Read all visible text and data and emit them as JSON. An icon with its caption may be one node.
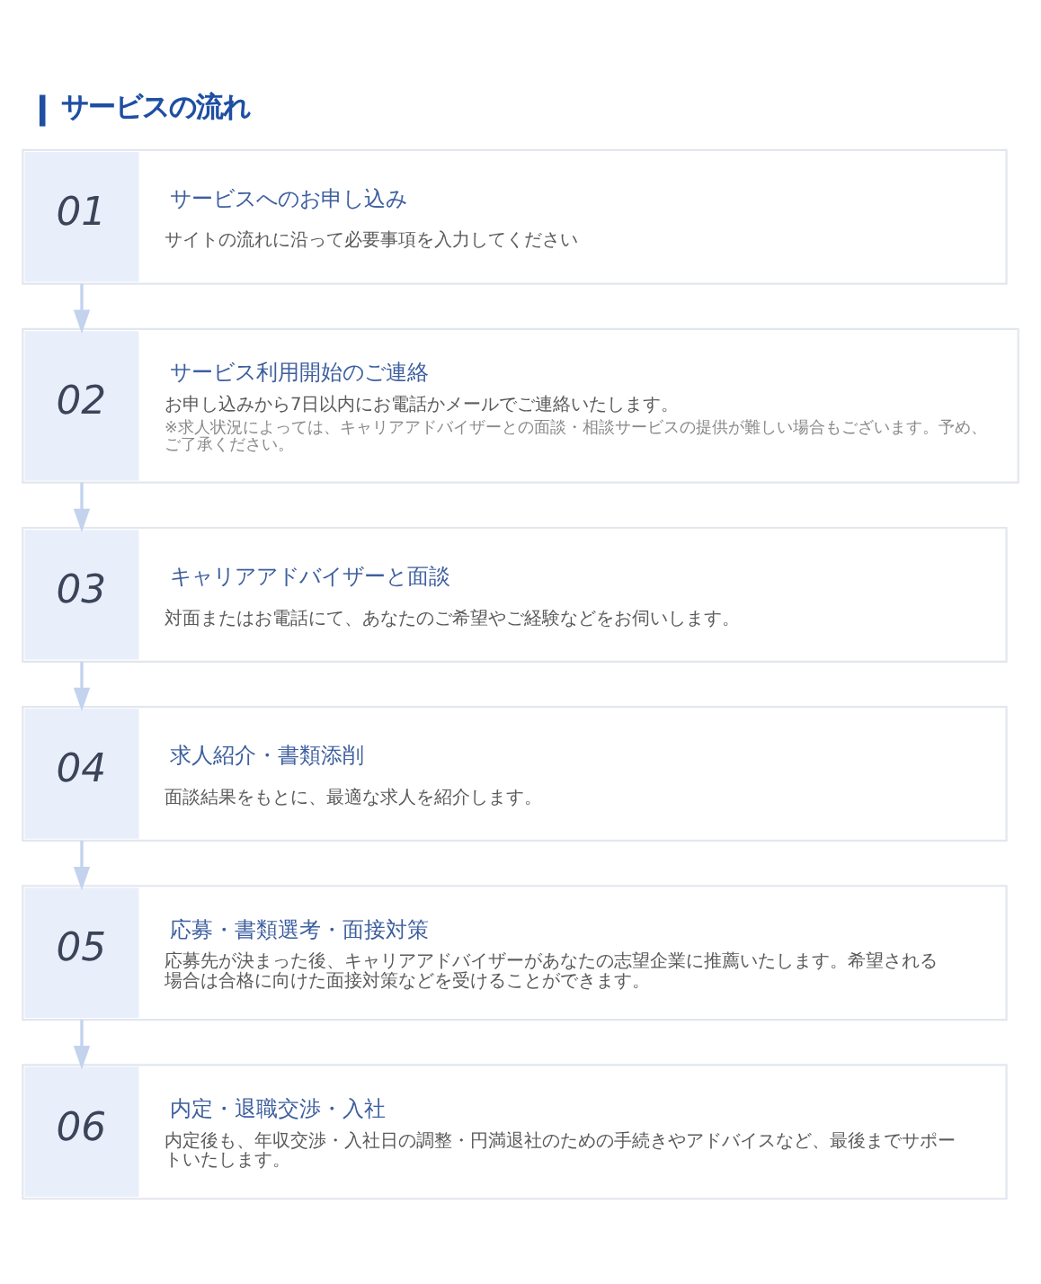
{
  "diagram": {
    "title": "サービスの流れ",
    "nodes": [
      {
        "text": [
          "01",
          "サービスへのお申し込み",
          "サイトの流れに沿って必要事項を入力してください"
        ]
      },
      {
        "text": [
          "02",
          "サービス利用開始のご連絡",
          "お申し込みから7日以内にお電話かメールでご連絡いたします。",
          "※求人状況によっては、キャリアアドバイザーとの面談・相談サービスの提供が難しい場合もございます。予め、ご了承ください。"
        ]
      },
      {
        "text": [
          "03",
          "キャリアアドバイザーと面談",
          "対面またはお電話にて、あなたのご希望やご経験などをお伺いします。"
        ]
      },
      {
        "text": [
          "04",
          "求人紹介・書類添削",
          "面談結果をもとに、最適な求人を紹介します。"
        ]
      },
      {
        "text": [
          "05",
          "応募・書類選考・面接対策",
          "応募先が決まった後、キャリアアドバイザーがあなたの志望企業に推薦いたします。希望される場合は合格に向けた面接対策などを受けることができます。"
        ]
      },
      {
        "text": [
          "06",
          "内定・退職交渉・入社",
          "内定後も、年収交渉・入社日の調整・円満退社のための手続きやアドバイスなど、最後までサポートいたします。"
        ]
      }
    ],
    "edges": [
      {
        "from": 0,
        "to": 1,
        "arrow": "to"
      },
      {
        "from": 1,
        "to": 2,
        "arrow": "to"
      },
      {
        "from": 2,
        "to": 3,
        "arrow": "to"
      },
      {
        "from": 3,
        "to": 4,
        "arrow": "to"
      },
      {
        "from": 4,
        "to": 5,
        "arrow": "to"
      }
    ]
  }
}
